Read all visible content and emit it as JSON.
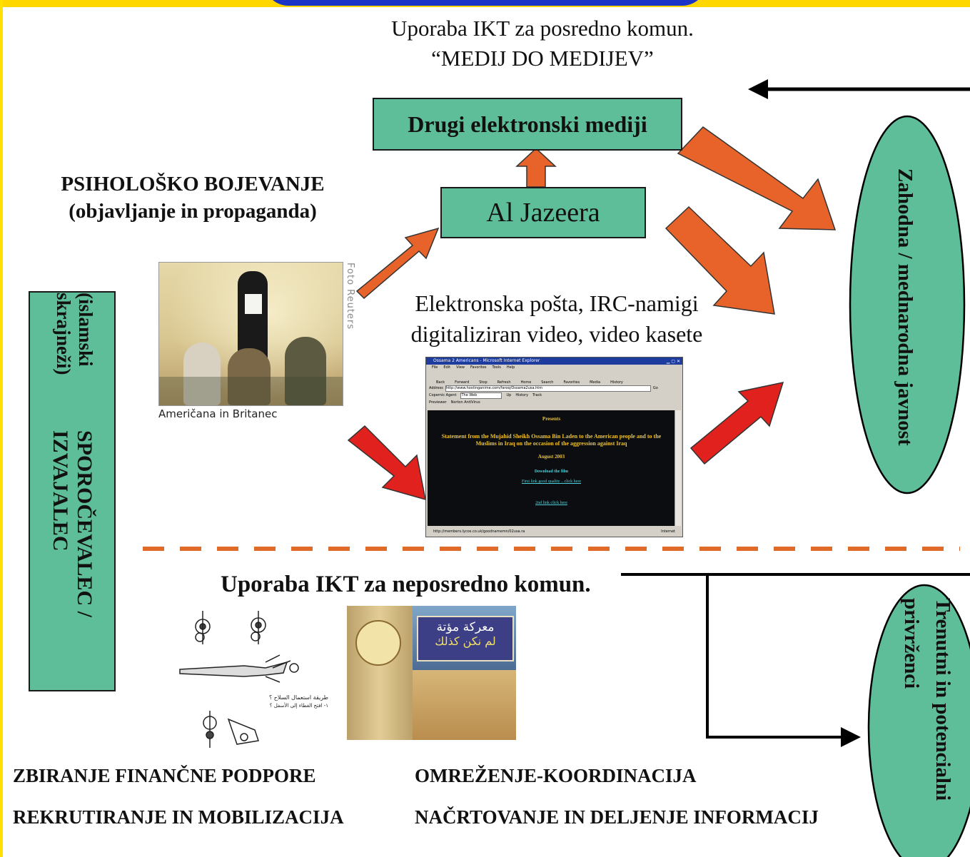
{
  "header": {
    "line1": "Uporaba IKT za posredno komun.",
    "line2": "“MEDIJ DO MEDIJEV”"
  },
  "nodes": {
    "other_media": "Drugi elektronski mediji",
    "al_jazeera": "Al Jazeera",
    "sender": "SPOROČEVALEC / IZVAJALEC",
    "sender_sub": "(islamski skrajneži)",
    "public": "Zahodna / mednarodna javnost",
    "followers": "Trenutni in potencialni privrženci"
  },
  "psych_warfare": {
    "title": "PSIHOLOŠKO BOJEVANJE",
    "subtitle": "(objavljanje in propaganda)"
  },
  "photo": {
    "credit": "Foto Reuters",
    "caption": "Američana in Britanec"
  },
  "channels": {
    "line1": "Elektronska pošta, IRC-namigi",
    "line2": "digitaliziran video, video kasete"
  },
  "browser": {
    "title": "Ossama 2 Americans - Microsoft Internet Explorer",
    "menu": [
      "File",
      "Edit",
      "View",
      "Favorites",
      "Tools",
      "Help"
    ],
    "toolbar": [
      "Back",
      "Forward",
      "Stop",
      "Refresh",
      "Home",
      "Search",
      "Favorites",
      "Media",
      "History"
    ],
    "address_label": "Address",
    "address": "http://www.hostinganime.com/faroq/Ossama2usa.htm",
    "go": "Go",
    "links_label": "Copernic Agent",
    "search_box": "The Web",
    "buttons": [
      "Up",
      "History",
      "Track"
    ],
    "toolbar3": [
      "Previewer",
      "Norton AntiVirus"
    ],
    "presents": "Presents",
    "statement": "Statement from the Mujahid Sheikh Ossama Bin Laden to the American people and to the Muslims in Iraq on the occasion of the aggression against Iraq",
    "date": "August 2003",
    "download": "Download the film",
    "link1": "First link good quality .. click here",
    "link2": "2nd link click here",
    "status_url": "http://members.lycos.co.uk/goodnamemn/02usa.ra",
    "status_zone": "Internet"
  },
  "direct": {
    "title": "Uporaba IKT za neposredno komun."
  },
  "images": {
    "manual_arabic_1": "طريقة استعمال السلاح ؟",
    "manual_arabic_2": "١- افتح الغطاء إلى الأسفل ؟",
    "poster_title": "معركة مؤتة",
    "poster_subtitle": "لم نكن كذلك"
  },
  "activities": [
    "ZBIRANJE FINANČNE PODPORE",
    "OMREŽENJE-KOORDINACIJA",
    "REKRUTIRANJE IN MOBILIZACIJA",
    "NAČRTOVANJE IN DELJENJE INFORMACIJ"
  ],
  "colors": {
    "banner": "#ffd700",
    "banner_text": "#1a34c8",
    "box": "#5ebe99",
    "arrow_orange": "#e8632a",
    "arrow_red": "#e0211d",
    "dash": "#e06a2a"
  }
}
